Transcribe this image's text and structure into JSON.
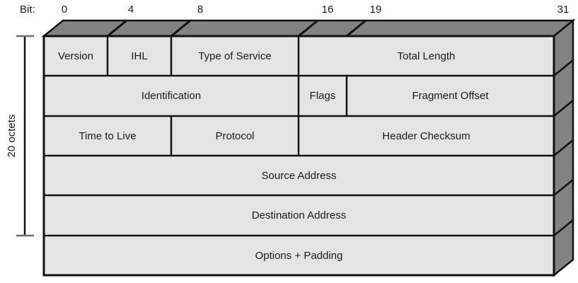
{
  "bit_axis": {
    "caption": "Bit:",
    "ticks": [
      "0",
      "4",
      "8",
      "16",
      "19",
      "31"
    ]
  },
  "side_bracket": {
    "label": "20 octets"
  },
  "header_rows": [
    {
      "cells": [
        {
          "label": "Version"
        },
        {
          "label": "IHL"
        },
        {
          "label": "Type of Service"
        },
        {
          "label": "Total Length"
        }
      ]
    },
    {
      "cells": [
        {
          "label": "Identification"
        },
        {
          "label": "Flags"
        },
        {
          "label": "Fragment Offset"
        }
      ]
    },
    {
      "cells": [
        {
          "label": "Time to Live"
        },
        {
          "label": "Protocol"
        },
        {
          "label": "Header Checksum"
        }
      ]
    },
    {
      "cells": [
        {
          "label": "Source Address"
        }
      ]
    },
    {
      "cells": [
        {
          "label": "Destination Address"
        }
      ]
    },
    {
      "cells": [
        {
          "label": "Options + Padding"
        }
      ]
    }
  ],
  "colors": {
    "cell_fill": "#e4e4e4",
    "depth_fill": "#828282",
    "line": "#111111",
    "bracket_tick": "#6e6e6e"
  }
}
